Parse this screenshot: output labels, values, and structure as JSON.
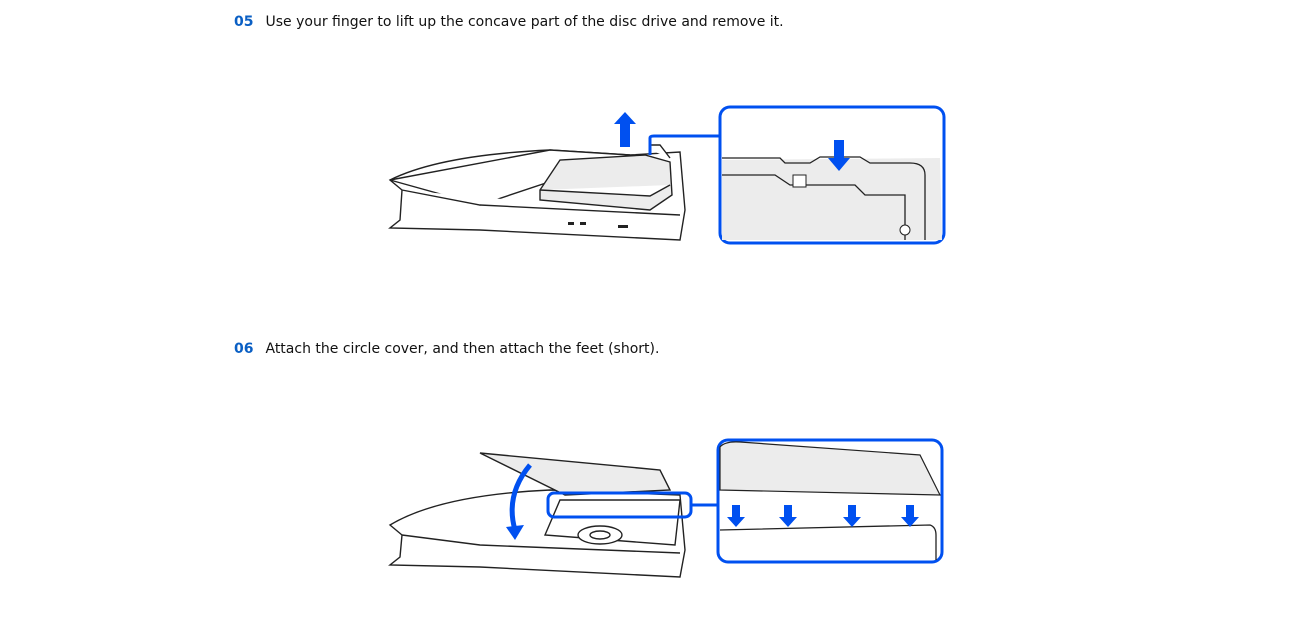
{
  "steps": [
    {
      "number": "05",
      "text": "Use your finger to lift up the concave part of the disc drive and remove it."
    },
    {
      "number": "06",
      "text": "Attach the circle cover, and then attach the feet (short)."
    }
  ],
  "colors": {
    "accent": "#0a5fc4",
    "highlight": "#0050f0",
    "inset_fill": "#ececec"
  }
}
